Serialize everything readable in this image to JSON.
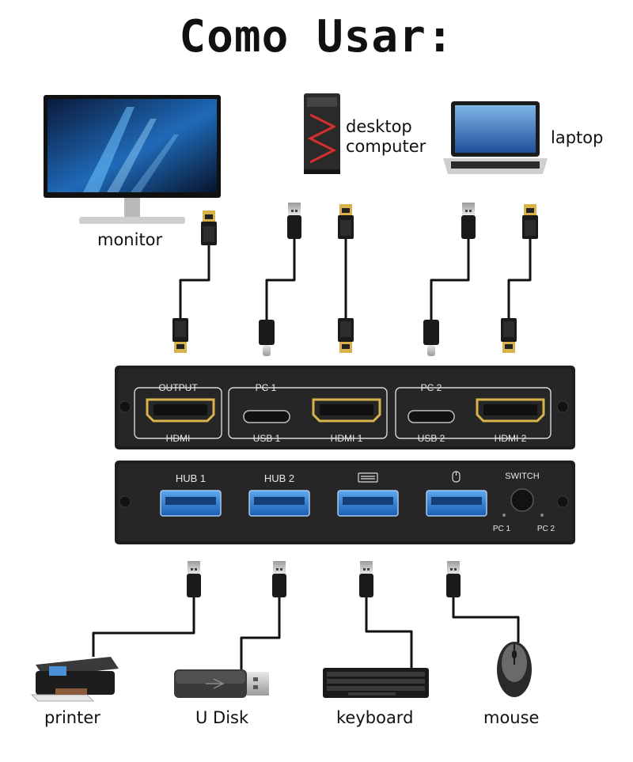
{
  "title": "Como Usar:",
  "devices_top": {
    "monitor": "monitor",
    "desktop_line1": "desktop",
    "desktop_line2": "computer",
    "laptop": "laptop"
  },
  "switch_top": {
    "output_label": "OUTPUT",
    "output_port": "HDMI",
    "pc1_label": "PC 1",
    "pc1_usb": "USB 1",
    "pc1_hdmi": "HDMI 1",
    "pc2_label": "PC 2",
    "pc2_usb": "USB 2",
    "pc2_hdmi": "HDMI 2"
  },
  "switch_bottom": {
    "hub1": "HUB  1",
    "hub2": "HUB  2",
    "switch_label": "SWITCH",
    "led_pc1": "PC 1",
    "led_pc2": "PC 2",
    "keyboard_icon": "keyboard-icon",
    "mouse_icon": "mouse-icon"
  },
  "devices_bottom": {
    "printer": "printer",
    "udisk": "U Disk",
    "keyboard": "keyboard",
    "mouse": "mouse"
  },
  "colors": {
    "port_usb3": "#2f7fd6",
    "hdmi_gold": "#d8b24a",
    "device_body": "#1c1c1c"
  }
}
